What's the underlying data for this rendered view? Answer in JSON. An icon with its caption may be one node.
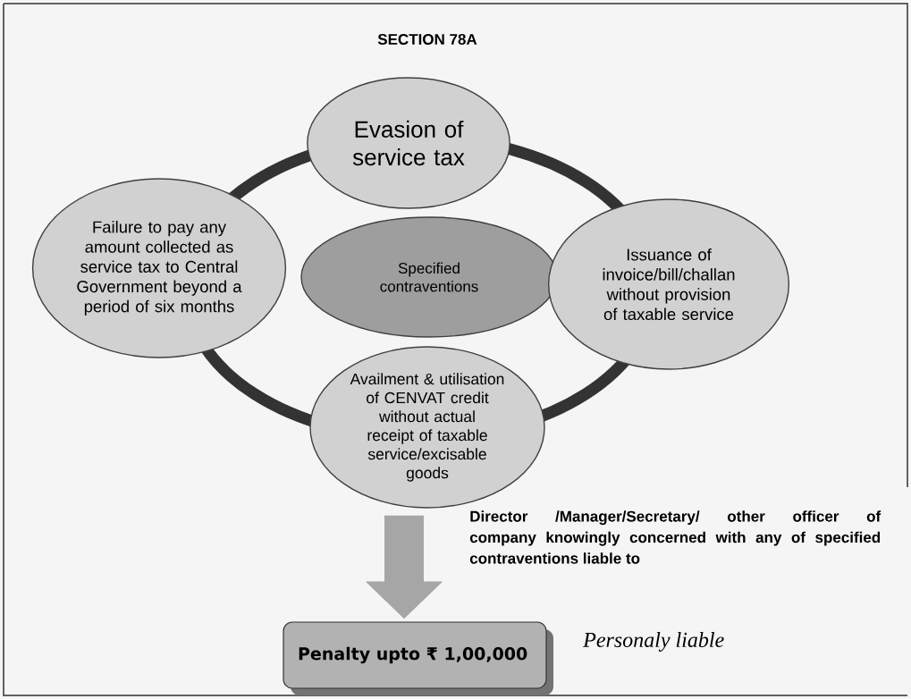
{
  "diagram": {
    "title": "SECTION 78A",
    "nodes": [
      {
        "text": [
          "Evasion of service tax"
        ]
      },
      {
        "text": [
          "Failure to pay any amount collected as service tax to Central Government beyond a period of six months"
        ]
      },
      {
        "text": [
          "Specified contraventions"
        ]
      },
      {
        "text": [
          "Issuance of invoice/bill/challan without provision of taxable service"
        ]
      },
      {
        "text": [
          "Availment & utilisation of CENVAT credit without actual receipt of taxable service/excisable goods"
        ]
      },
      {
        "text": [
          "Penalty upto ₹ 1,00,000"
        ]
      }
    ],
    "edges": [
      {
        "from": 4,
        "to": 5,
        "arrow": "to"
      }
    ],
    "labels": [
      "Director /Manager/Secretary/ other officer of company knowingly concerned with any of specified contraventions liable to",
      "Personaly liable"
    ]
  }
}
